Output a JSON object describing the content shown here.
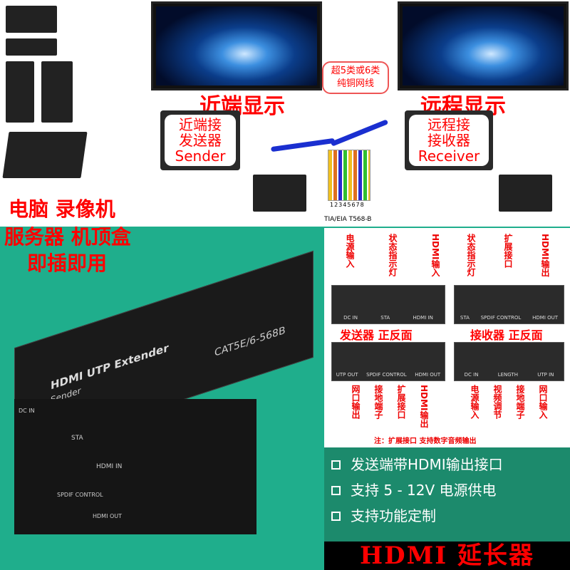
{
  "top": {
    "near_display": "近端显示",
    "remote_display": "远程显示",
    "cable_note_line1": "超5类或6类",
    "cable_note_line2": "纯铜网线",
    "sender_lines": [
      "近端接",
      "发送器",
      "Sender"
    ],
    "receiver_lines": [
      "远程接",
      "接收器",
      "Receiver"
    ],
    "pin_numbers": "12345678",
    "pin_standard": "TIA/EIA  T568-B"
  },
  "left": {
    "line1": "电脑  录像机",
    "line2": "服务器  机顶盒",
    "line3": "即插即用"
  },
  "product": {
    "title": "HDMI UTP Extender",
    "subtitle": "Sender",
    "cat": "CAT5E/6-568B",
    "dc_in": "DC IN",
    "sta": "STA",
    "hdmi_in": "HDMI IN",
    "spdif": "SPDIF CONTROL",
    "hdmi_out": "HDMI OUT"
  },
  "panel": {
    "sender_front_labels": [
      "电源输入",
      "状态指示灯",
      "HDMI输入"
    ],
    "sender_front_ports": [
      "DC IN",
      "STA",
      "HDMI IN"
    ],
    "receiver_front_labels": [
      "状态指示灯",
      "扩展接口",
      "HDMI输出"
    ],
    "receiver_front_ports": [
      "STA",
      "SPDIF CONTROL",
      "HDMI OUT"
    ],
    "sender_caption": "发送器 正反面",
    "receiver_caption": "接收器 正反面",
    "sender_back_ports": [
      "UTP OUT",
      "SPDIF CONTROL",
      "HDMI OUT"
    ],
    "sender_back_labels": [
      "网口输出",
      "接地端子",
      "扩展接口",
      "HDMI输出"
    ],
    "receiver_back_ports": [
      "DC IN",
      "LENGTH",
      "UTP IN"
    ],
    "receiver_back_labels": [
      "电源输入",
      "视频调节",
      "接地端子",
      "网口输入"
    ],
    "note": "注：扩展接口 支持数字音频输出"
  },
  "features": [
    "发送端带HDMI输出接口",
    "支持 5 - 12V 电源供电",
    "支持功能定制"
  ],
  "banner": "HDMI  延长器",
  "colors": {
    "accent_red": "#ff0000",
    "green_bg": "#1fae8c",
    "cable_blue": "#1a2fd0"
  }
}
